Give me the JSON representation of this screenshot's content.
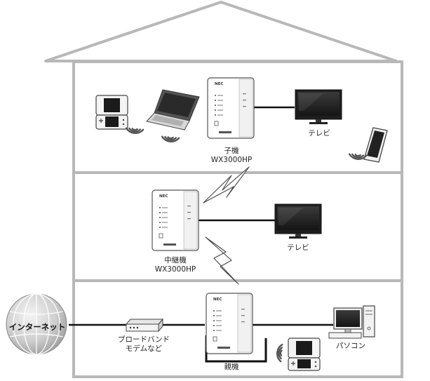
{
  "labels": {
    "child_line1": "子機",
    "child_line2": "WX3000HP",
    "relay_line1": "中継機",
    "relay_line2": "WX3000HP",
    "parent": "親機",
    "tv_top": "テレビ",
    "tv_mid": "テレビ",
    "internet": "インターネット",
    "modem_line1": "ブロードバンド",
    "modem_line2": "モデムなど",
    "pc": "パソコン"
  },
  "router_brand": "NEC"
}
